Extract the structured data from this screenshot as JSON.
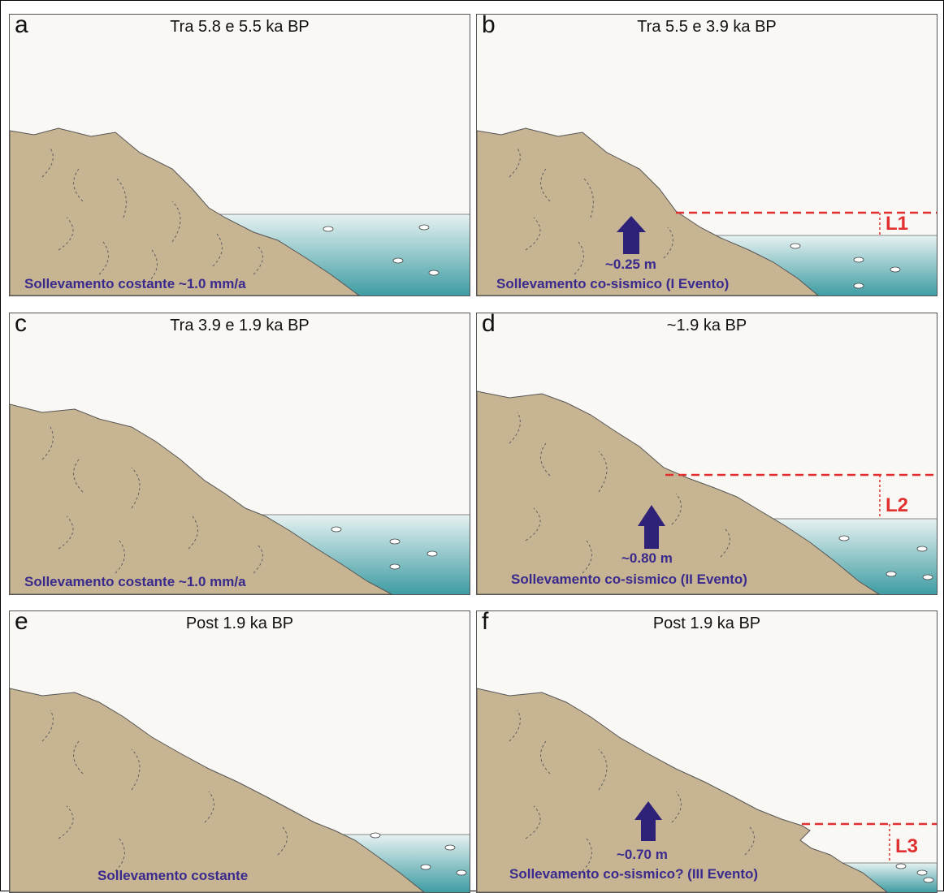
{
  "panels": [
    {
      "letter": "a",
      "title": "Tra 5.8 e 5.5 ka BP",
      "caption": "Sollevamento costante ~1.0 mm/a"
    },
    {
      "letter": "b",
      "title": "Tra 5.5 e 3.9 ka BP",
      "caption": "Sollevamento co-sismico (I Evento)",
      "uplift": "~0.25 m",
      "level": "L1"
    },
    {
      "letter": "c",
      "title": "Tra 3.9 e 1.9 ka BP",
      "caption": "Sollevamento costante ~1.0 mm/a"
    },
    {
      "letter": "d",
      "title": "~1.9 ka BP",
      "caption": "Sollevamento co-sismico (II Evento)",
      "uplift": "~0.80 m",
      "level": "L2"
    },
    {
      "letter": "e",
      "title": "Post 1.9 ka BP",
      "caption": "Sollevamento costante"
    },
    {
      "letter": "f",
      "title": "Post 1.9 ka BP",
      "caption": "Sollevamento co-sismico? (III Evento)",
      "uplift": "~0.70 m",
      "level": "L3"
    }
  ],
  "colors": {
    "rock": "#c6b493",
    "rock_line": "#555555",
    "sea_top": "#e6f1f1",
    "sea_bottom": "#3f9da3",
    "uplift_arrow": "#2d2178",
    "level_line": "#e03030",
    "caption": "#3a2a8c"
  }
}
